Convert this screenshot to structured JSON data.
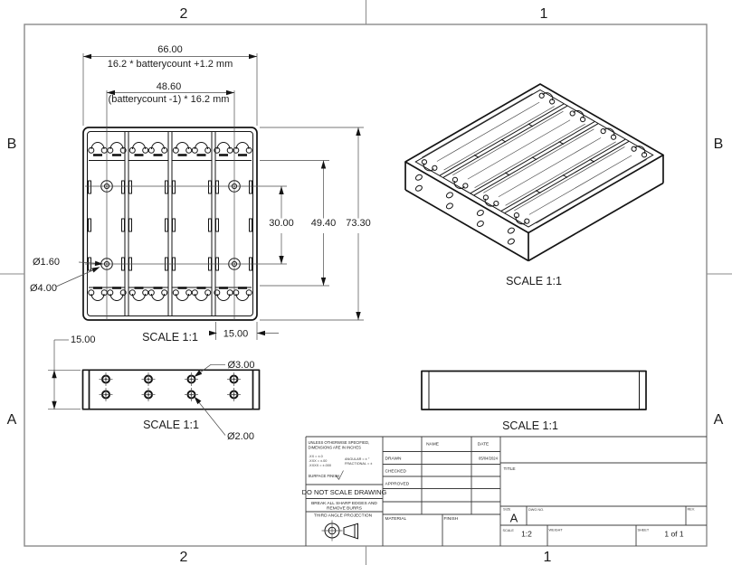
{
  "sheet": {
    "zones": {
      "top_left": "2",
      "top_right": "1",
      "bottom_left": "2",
      "bottom_right": "1",
      "left_top": "B",
      "left_bottom": "A",
      "right_top": "B",
      "right_bottom": "A"
    }
  },
  "views": {
    "front": {
      "total_width": "66.00",
      "total_width_formula": "16.2 * batterycount +1.2 mm",
      "hole_span": "48.60",
      "hole_span_formula": "(batterycount -1) * 16.2 mm",
      "hole_row_spacing": "30.00",
      "contact_span": "49.40",
      "total_height": "73.30",
      "pilot_hole_dia": "Ø1.60",
      "counterbore_dia": "Ø4.00",
      "end_offset": "15.00",
      "scale": "SCALE 1:1"
    },
    "iso": {
      "scale": "SCALE 1:1"
    },
    "bottom": {
      "height": "15.00",
      "hole_dia": "Ø3.00",
      "small_hole_dia": "Ø2.00",
      "scale": "SCALE 1:1"
    },
    "side2": {
      "scale": "SCALE 1:1"
    }
  },
  "title_block": {
    "spec_line1": "UNLESS OTHERWISE SPECIFIED,",
    "spec_line2": "DIMENSIONS ARE IN INCHES",
    "tol1": ".XX = ±.0",
    "tol2": ".XXX = ±.00",
    "tol3": ".XXXX = ±.000",
    "tol_angular": "ANGULAR = ± °",
    "tol_fractional": "FRACTIONAL = ±",
    "surface_finish": "SURFACE FINISH",
    "do_not_scale": "DO NOT SCALE DRAWING",
    "deburr1": "BREAK ALL SHARP EDGES AND",
    "deburr2": "REMOVE BURRS",
    "projection": "THIRD ANGLE PROJECTION",
    "name_header": "NAME",
    "date_header": "DATE",
    "drawn_label": "DRAWN",
    "drawn_date": "05/04/2024",
    "checked_label": "CHECKED",
    "approved_label": "APPROVED",
    "material_label": "MATERIAL",
    "finish_label": "FINISH",
    "title_label": "TITLE",
    "size_label": "SIZE",
    "size_value": "A",
    "dwg_no_label": "DWG NO.",
    "rev_label": "REV.",
    "scale_label": "SCALE",
    "scale_value": "1:2",
    "weight_label": "WEIGHT",
    "sheet_label": "SHEET",
    "sheet_value": "1 of 1"
  }
}
